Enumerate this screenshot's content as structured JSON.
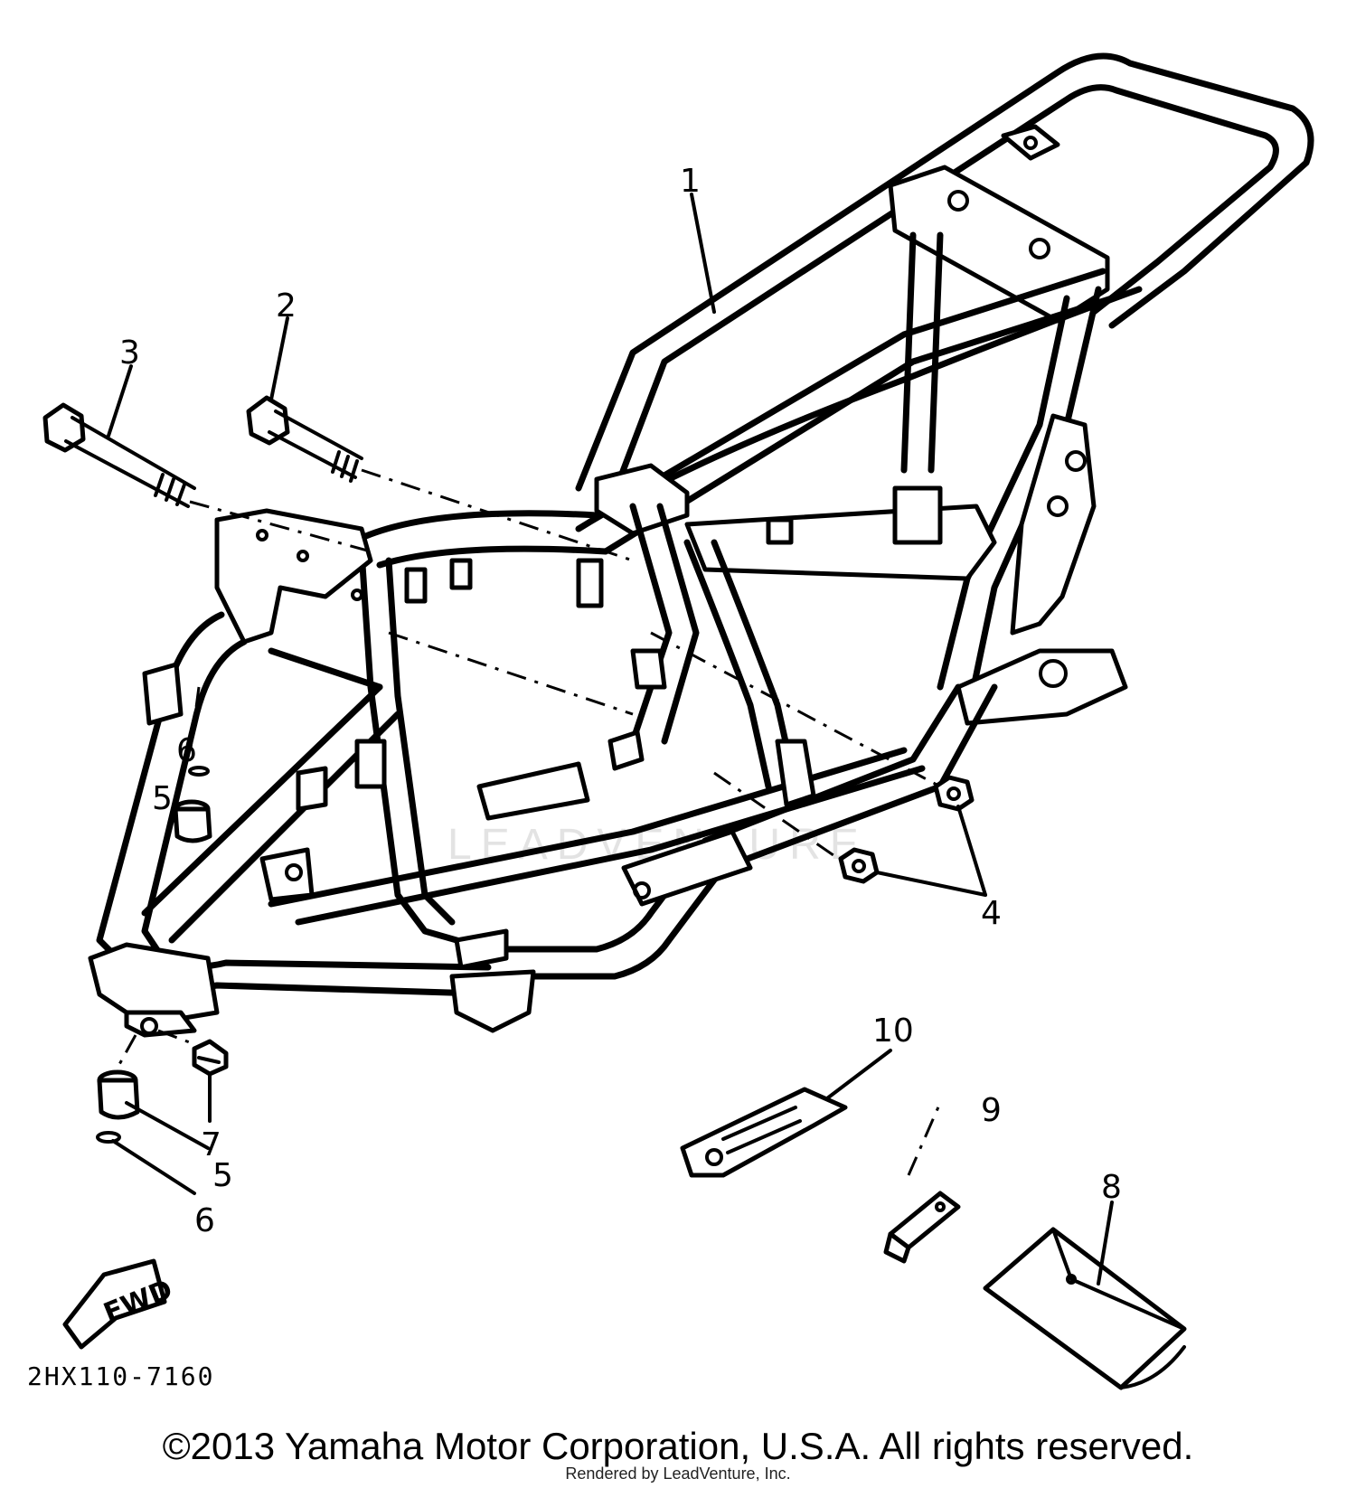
{
  "diagram": {
    "part_code": "2HX110-7160",
    "fwd_label": "FWD",
    "watermark": "LEADVENTURE",
    "callouts": [
      {
        "id": "1",
        "label": "1"
      },
      {
        "id": "2",
        "label": "2"
      },
      {
        "id": "3",
        "label": "3"
      },
      {
        "id": "4",
        "label": "4"
      },
      {
        "id": "5a",
        "label": "5"
      },
      {
        "id": "5b",
        "label": "5"
      },
      {
        "id": "6a",
        "label": "6"
      },
      {
        "id": "6b",
        "label": "6"
      },
      {
        "id": "7",
        "label": "7"
      },
      {
        "id": "8",
        "label": "8"
      },
      {
        "id": "9",
        "label": "9"
      },
      {
        "id": "10",
        "label": "10"
      }
    ]
  },
  "footer": {
    "copyright": "©2013 Yamaha Motor Corporation, U.S.A. All rights reserved.",
    "rendered_by": "Rendered by LeadVenture, Inc."
  }
}
